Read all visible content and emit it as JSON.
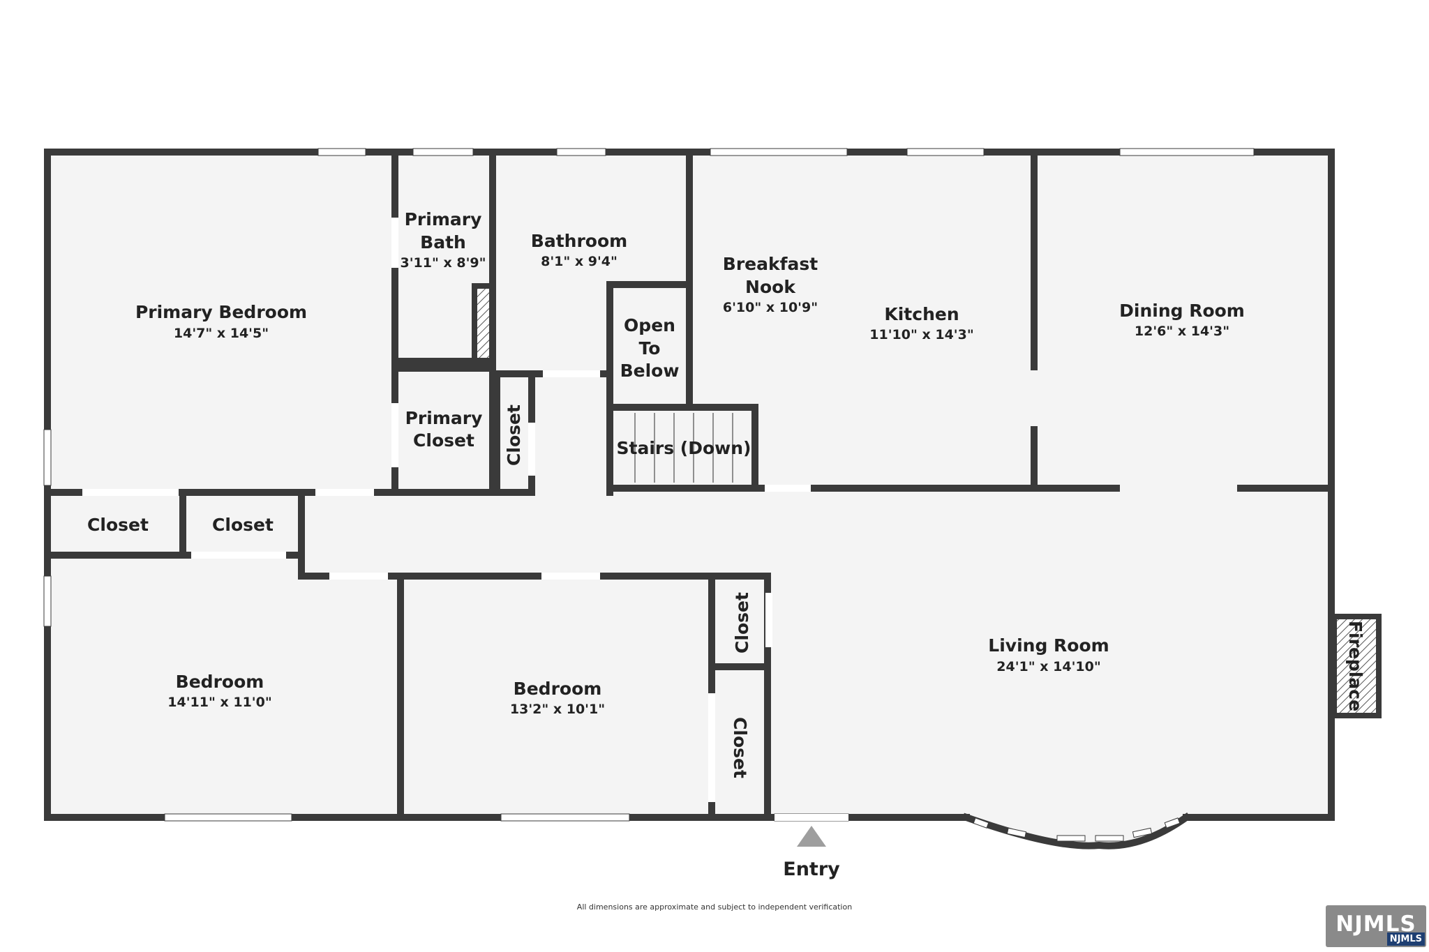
{
  "rooms": {
    "primary_bedroom": {
      "name": "Primary Bedroom",
      "dims": "14'7\" x 14'5\""
    },
    "primary_bath": {
      "name_line1": "Primary",
      "name_line2": "Bath",
      "dims": "3'11\" x 8'9\""
    },
    "bathroom": {
      "name": "Bathroom",
      "dims": "8'1\" x 9'4\""
    },
    "breakfast_nook": {
      "name_line1": "Breakfast",
      "name_line2": "Nook",
      "dims": "6'10\" x 10'9\""
    },
    "kitchen": {
      "name": "Kitchen",
      "dims": "11'10\" x 14'3\""
    },
    "dining_room": {
      "name": "Dining Room",
      "dims": "12'6\" x 14'3\""
    },
    "open_to_below": {
      "line1": "Open",
      "line2": "To",
      "line3": "Below"
    },
    "primary_closet": {
      "name_line1": "Primary",
      "name_line2": "Closet"
    },
    "hall_closet": {
      "name": "Closet"
    },
    "stairs": {
      "name": "Stairs (Down)"
    },
    "closet_left": {
      "name": "Closet"
    },
    "closet_middle": {
      "name": "Closet"
    },
    "bedroom_1": {
      "name": "Bedroom",
      "dims": "14'11\" x 11'0\""
    },
    "bedroom_2": {
      "name": "Bedroom",
      "dims": "13'2\" x 10'1\""
    },
    "closet_upper": {
      "name": "Closet"
    },
    "closet_lower": {
      "name": "Closet"
    },
    "living_room": {
      "name": "Living Room",
      "dims": "24'1\" x 14'10\""
    },
    "fireplace": {
      "name": "Fireplace"
    }
  },
  "entry": {
    "label": "Entry"
  },
  "disclaimer": "All dimensions are approximate and subject to independent verification",
  "logo": {
    "text": "NJMLS",
    "tag": "NJMLS"
  },
  "colors": {
    "wall": "#3a3a3a",
    "floor": "#f4f4f4",
    "window": "#ffffff",
    "entry_arrow": "#9e9e9e"
  }
}
